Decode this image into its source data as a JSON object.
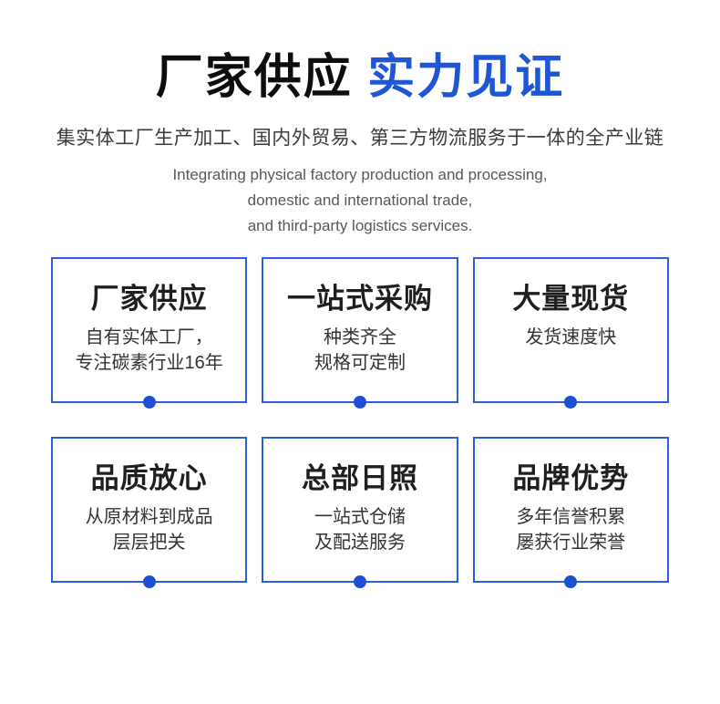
{
  "header": {
    "title_black": "厂家供应",
    "title_blue": "实力见证",
    "subtitle": "集实体工厂生产加工、国内外贸易、第三方物流服务于一体的全产业链",
    "english_lines": [
      "Integrating physical factory production and processing,",
      "domestic and international trade,",
      "and third-party logistics services."
    ]
  },
  "cards": [
    {
      "title": "厂家供应",
      "lines": [
        "自有实体工厂，",
        "专注碳素行业16年"
      ]
    },
    {
      "title": "一站式采购",
      "lines": [
        "种类齐全",
        "规格可定制"
      ]
    },
    {
      "title": "大量现货",
      "lines": [
        "发货速度快"
      ]
    },
    {
      "title": "品质放心",
      "lines": [
        "从原材料到成品",
        "层层把关"
      ]
    },
    {
      "title": "总部日照",
      "lines": [
        "一站式仓储",
        "及配送服务"
      ]
    },
    {
      "title": "品牌优势",
      "lines": [
        "多年信誉积累",
        "屡获行业荣誉"
      ]
    }
  ],
  "colors": {
    "accent_blue": "#1e56d6",
    "card_border": "#2c5ed8",
    "dot_blue": "#1d50d3"
  }
}
